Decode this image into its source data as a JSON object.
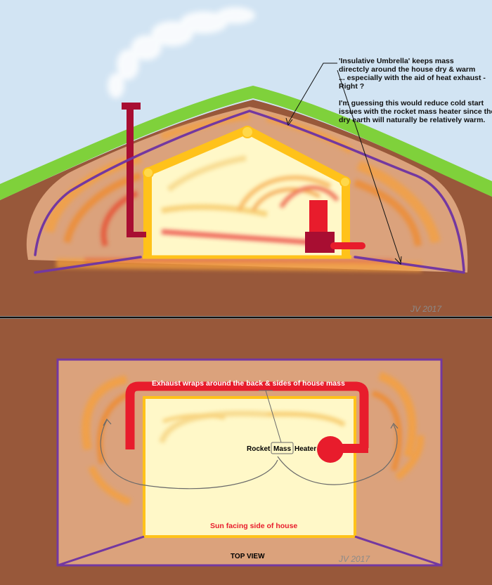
{
  "side_view": {
    "annotation_lines": [
      "'Insulative Umbrella' keeps mass",
      "directcly around the house dry & warm",
      "... especially with the aid of heat exhaust -",
      " Right ?",
      "",
      "I'm guessing this would reduce cold start",
      "issues with the rocket mass heater since the",
      "dry earth will naturally be relatively warm."
    ],
    "signature": "JV 2017"
  },
  "top_view": {
    "exhaust_label": "Exhaust wraps around the back & sides of house mass",
    "heater_label_parts": [
      "Rocket",
      "Mass",
      "Heater"
    ],
    "sun_label": "Sun facing side of house",
    "view_label": "TOP VIEW",
    "signature": "JV 2017"
  },
  "colors": {
    "sky": "#d2e4f3",
    "grass": "#7fd13b",
    "earth": "#98583a",
    "mound": "#dba27c",
    "umbrella": "#7338a0",
    "house_frame": "#ffc21a",
    "house_interior": "#fff8c8",
    "chimney": "#a80e32",
    "heater_red": "#e81c2c",
    "heat_orange": "#f5a03c"
  }
}
